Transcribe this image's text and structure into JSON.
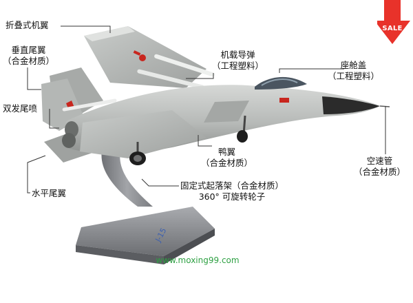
{
  "badge": {
    "sale_text": "SALE",
    "color": "#e8322a"
  },
  "watermark": {
    "text": "www.moxing99.com",
    "color": "#2ea043"
  },
  "model": {
    "tail_marking": "J-15"
  },
  "labels": {
    "folding_wing": "折叠式机翼",
    "vertical_tail": {
      "line1": "垂直尾翼",
      "line2": "（合金材质）"
    },
    "twin_nozzles": "双发尾喷",
    "horizontal_tail": "水平尾翼",
    "missiles": {
      "line1": "机载导弹",
      "line2": "（工程塑料）"
    },
    "canopy": {
      "line1": "座舱盖",
      "line2": "（工程塑料）"
    },
    "canard": {
      "line1": "鸭翼",
      "line2": "（合金材质）"
    },
    "landing_gear": {
      "line1": "固定式起落架（合金材质）",
      "line2": "360° 可旋转轮子"
    },
    "pitot_tube": {
      "line1": "空速管",
      "line2": "（合金材质）"
    }
  },
  "colors": {
    "airframe": "#b9bcb9",
    "stand": "#8d8f93",
    "nose": "#2b2b2b",
    "roundel_red": "#c8261e",
    "leader_line": "#333333"
  }
}
